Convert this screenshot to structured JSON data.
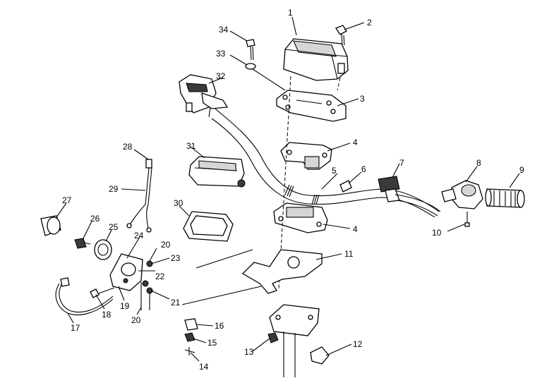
{
  "callouts": [
    {
      "id": "1",
      "label": "1"
    },
    {
      "id": "2",
      "label": "2"
    },
    {
      "id": "3",
      "label": "3"
    },
    {
      "id": "4a",
      "label": "4"
    },
    {
      "id": "4b",
      "label": "4"
    },
    {
      "id": "5",
      "label": "5"
    },
    {
      "id": "6",
      "label": "6"
    },
    {
      "id": "7",
      "label": "7"
    },
    {
      "id": "8",
      "label": "8"
    },
    {
      "id": "9",
      "label": "9"
    },
    {
      "id": "10",
      "label": "10"
    },
    {
      "id": "11",
      "label": "11"
    },
    {
      "id": "12",
      "label": "12"
    },
    {
      "id": "13",
      "label": "13"
    },
    {
      "id": "14",
      "label": "14"
    },
    {
      "id": "15",
      "label": "15"
    },
    {
      "id": "16",
      "label": "16"
    },
    {
      "id": "17",
      "label": "17"
    },
    {
      "id": "18",
      "label": "18"
    },
    {
      "id": "19",
      "label": "19"
    },
    {
      "id": "20a",
      "label": "20"
    },
    {
      "id": "20b",
      "label": "20"
    },
    {
      "id": "21",
      "label": "21"
    },
    {
      "id": "22",
      "label": "22"
    },
    {
      "id": "23",
      "label": "23"
    },
    {
      "id": "24",
      "label": "24"
    },
    {
      "id": "25",
      "label": "25"
    },
    {
      "id": "26",
      "label": "26"
    },
    {
      "id": "27",
      "label": "27"
    },
    {
      "id": "28",
      "label": "28"
    },
    {
      "id": "29",
      "label": "29"
    },
    {
      "id": "30",
      "label": "30"
    },
    {
      "id": "31",
      "label": "31"
    },
    {
      "id": "32",
      "label": "32"
    },
    {
      "id": "33",
      "label": "33"
    },
    {
      "id": "34",
      "label": "34"
    }
  ]
}
